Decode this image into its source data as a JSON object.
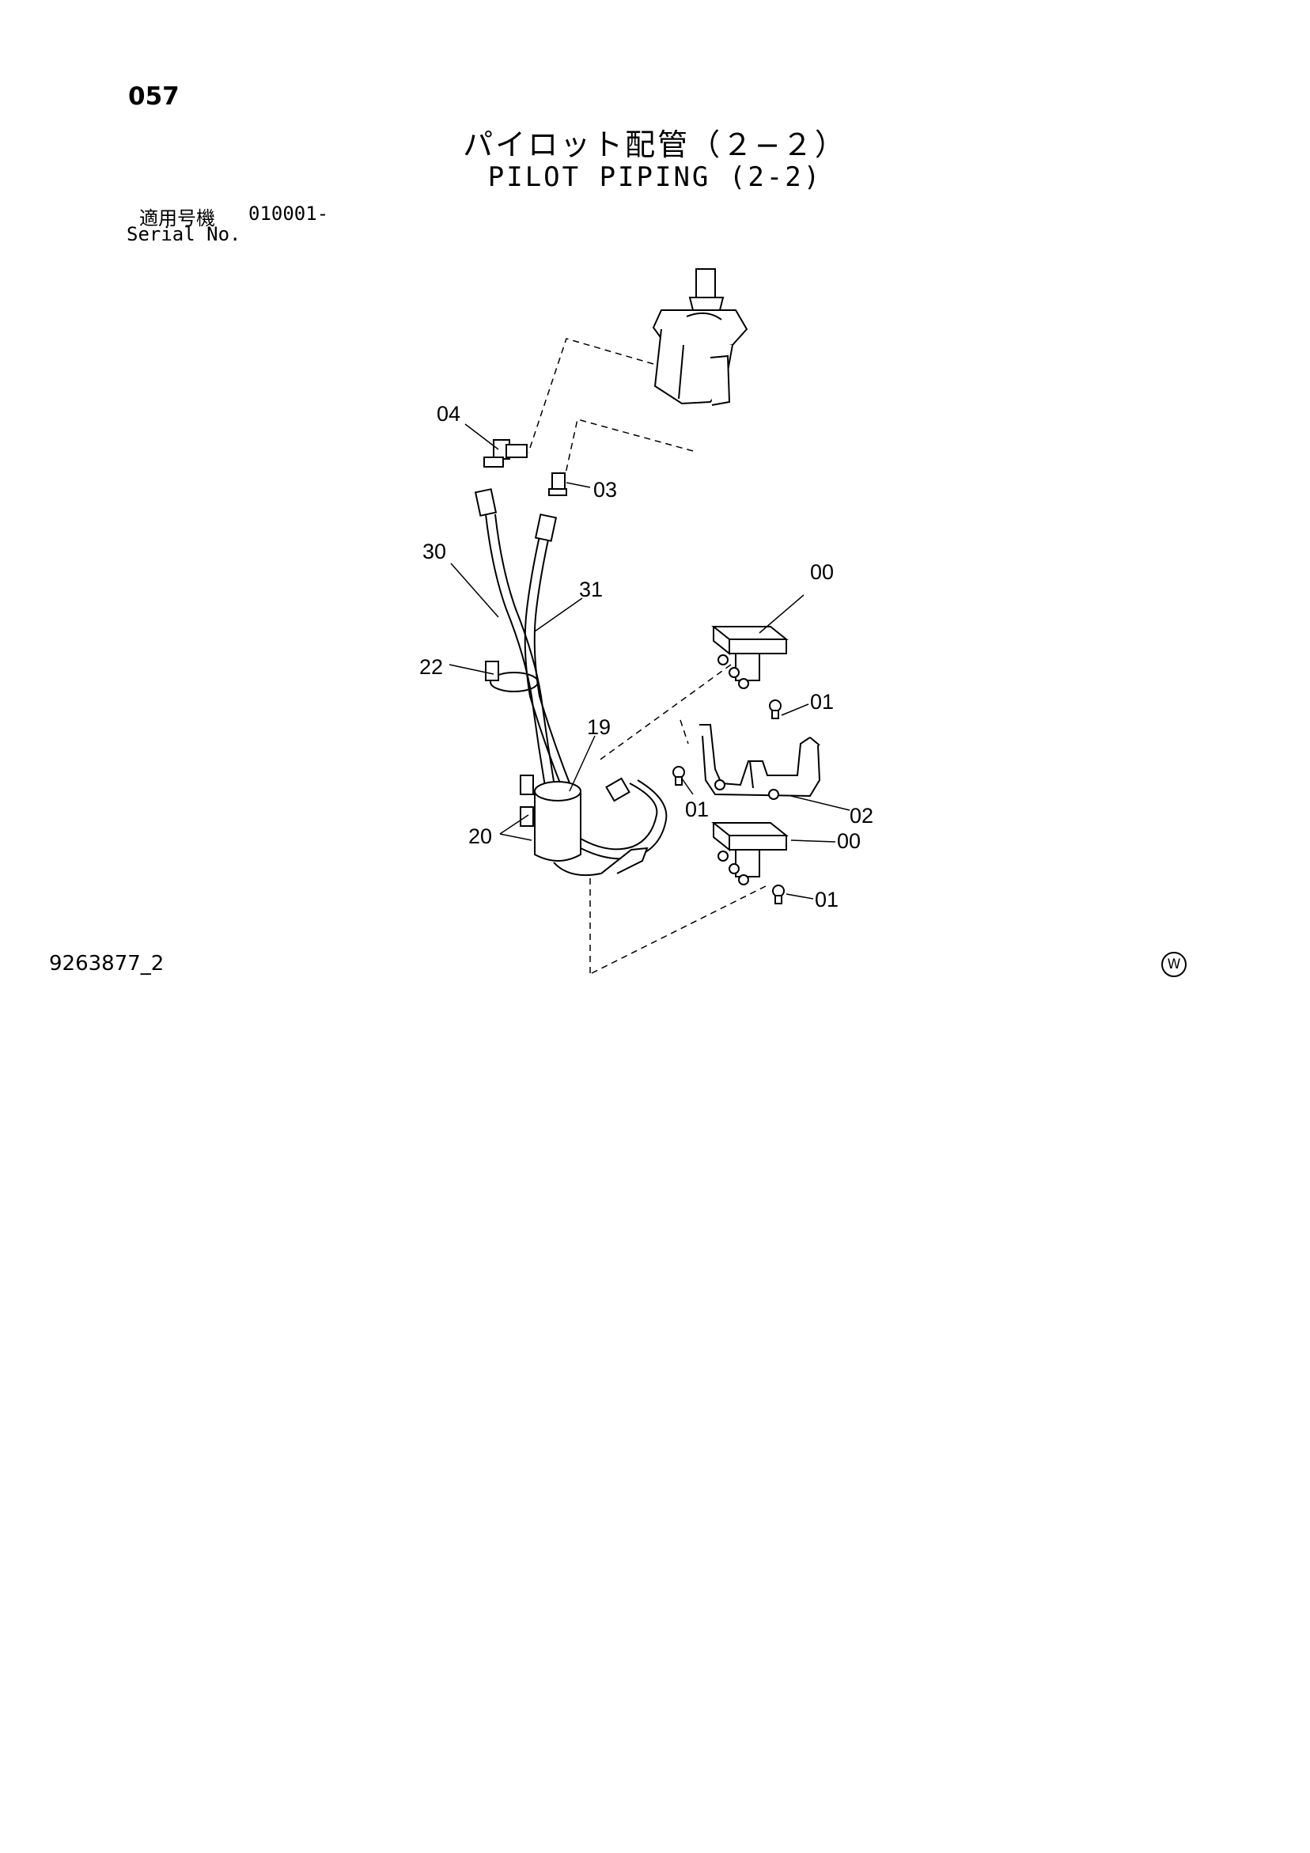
{
  "header": {
    "page_number": "057",
    "title_jp": "パイロット配管（２−２）",
    "title_en": "PILOT PIPING (2-2)",
    "serial_label_jp": "適用号機",
    "serial_value": "010001-",
    "serial_label_en": "Serial No."
  },
  "footer": {
    "drawing_number": "9263877_2",
    "mark": "W"
  },
  "callouts": {
    "c04": "04",
    "c03": "03",
    "c30": "30",
    "c31": "31",
    "c00a": "00",
    "c22": "22",
    "c01a": "01",
    "c19": "19",
    "c01b": "01",
    "c02": "02",
    "c20": "20",
    "c00b": "00",
    "c01c": "01"
  }
}
